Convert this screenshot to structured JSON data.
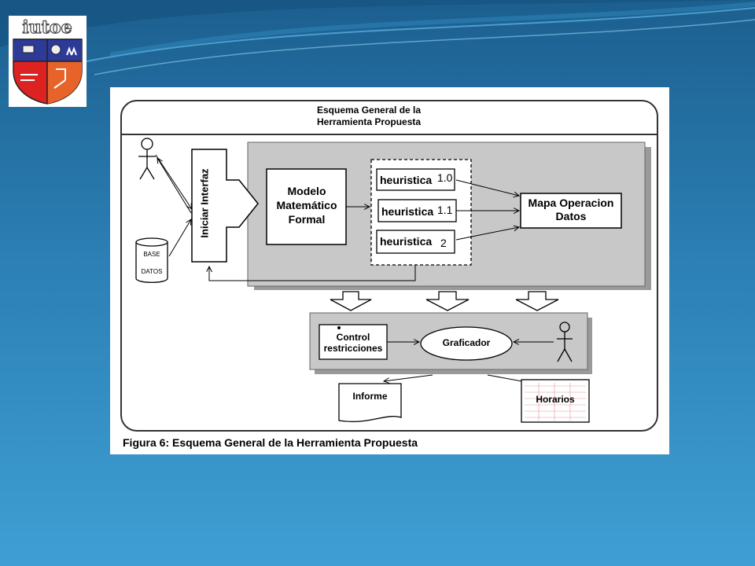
{
  "logo": {
    "text": "iutoe"
  },
  "diagram": {
    "header": "Esquema General de la Herramienta Propuesta",
    "interface_label": "Iniciar Interfaz",
    "database_label": [
      "BASE",
      "DATOS"
    ],
    "model_label": "Modelo Matemático Formal",
    "heuristics": [
      {
        "name": "heuristica",
        "version": "1.0"
      },
      {
        "name": "heuristica",
        "version": "1.1"
      },
      {
        "name": "heuristica",
        "version": "2"
      }
    ],
    "map_label": "Mapa Operacion Datos",
    "control_label": "Control restricciones",
    "graph_label": "Graficador",
    "report_label": "Informe",
    "schedule_label": "Horarios",
    "caption": "Figura 6: Esquema General de la Herramienta Propuesta"
  }
}
